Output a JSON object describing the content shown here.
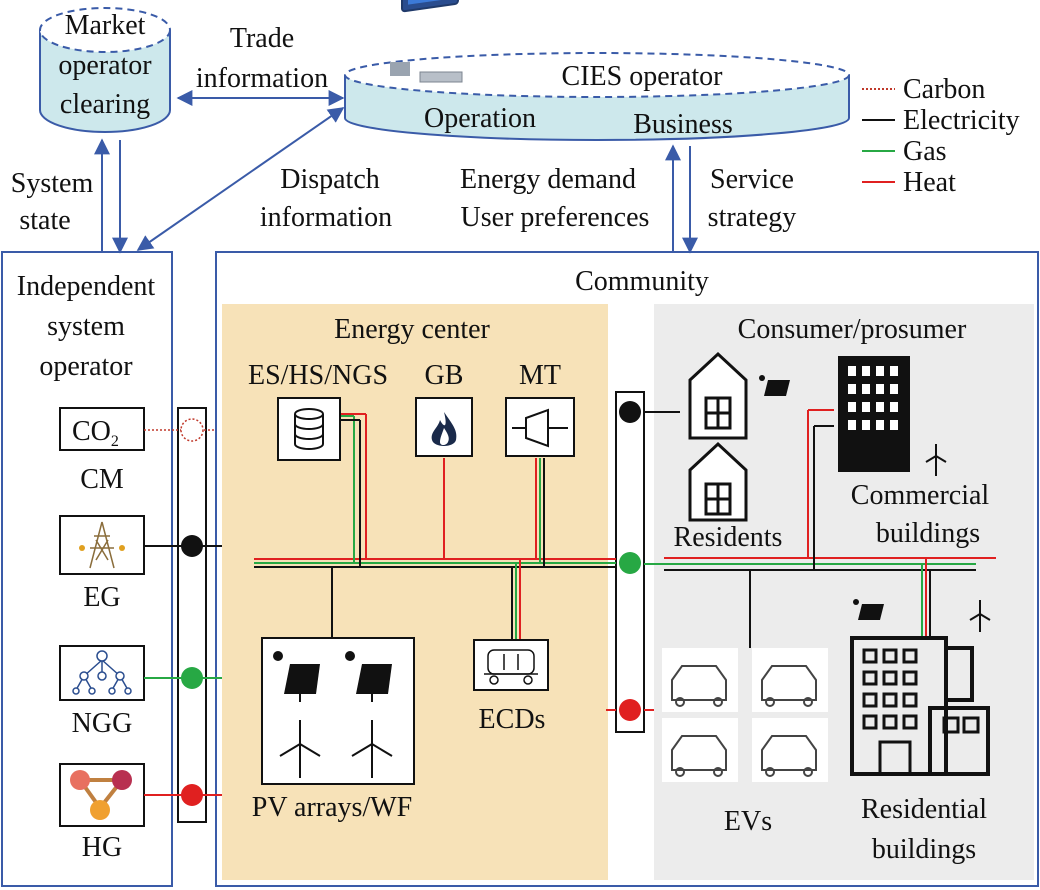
{
  "market": {
    "line1": "Market",
    "line2": "operator",
    "line3": "clearing"
  },
  "cies": {
    "title": "CIES operator",
    "operation": "Operation",
    "business": "Business"
  },
  "flows": {
    "trade_1": "Trade",
    "trade_2": "information",
    "dispatch_1": "Dispatch",
    "dispatch_2": "information",
    "system_1": "System",
    "system_2": "state",
    "demand_1": "Energy demand",
    "demand_2": "User preferences",
    "service_1": "Service",
    "service_2": "strategy"
  },
  "legend": [
    {
      "label": "Carbon",
      "color": "#c0392b",
      "style": "dotted"
    },
    {
      "label": "Electricity",
      "color": "#111111",
      "style": "solid"
    },
    {
      "label": "Gas",
      "color": "#27a844",
      "style": "solid"
    },
    {
      "label": "Heat",
      "color": "#e02020",
      "style": "solid"
    }
  ],
  "iso": {
    "line1": "Independent",
    "line2": "system",
    "line3": "operator"
  },
  "grids": {
    "cm": {
      "label": "CM",
      "co2": "CO",
      "sub": "2"
    },
    "eg": {
      "label": "EG"
    },
    "ngg": {
      "label": "NGG"
    },
    "hg": {
      "label": "HG"
    }
  },
  "community": {
    "title": "Community"
  },
  "energy_center": {
    "title": "Energy center",
    "storage": "ES/HS/NGS",
    "gb": "GB",
    "mt": "MT",
    "ecds": "ECDs",
    "pv": "PV arrays/WF"
  },
  "consumer": {
    "title": "Consumer/prosumer",
    "residents": "Residents",
    "commercial_1": "Commercial",
    "commercial_2": "buildings",
    "evs": "EVs",
    "residential_1": "Residential",
    "residential_2": "buildings"
  },
  "colors": {
    "arrow_blue": "#3a5ba8",
    "cyl_fill": "#cde8ec",
    "energy_center_bg": "#f7e2b8",
    "consumer_bg": "#ececec",
    "elec": "#111111",
    "gas": "#27a844",
    "heat": "#e02020",
    "carbon": "#c0392b"
  }
}
